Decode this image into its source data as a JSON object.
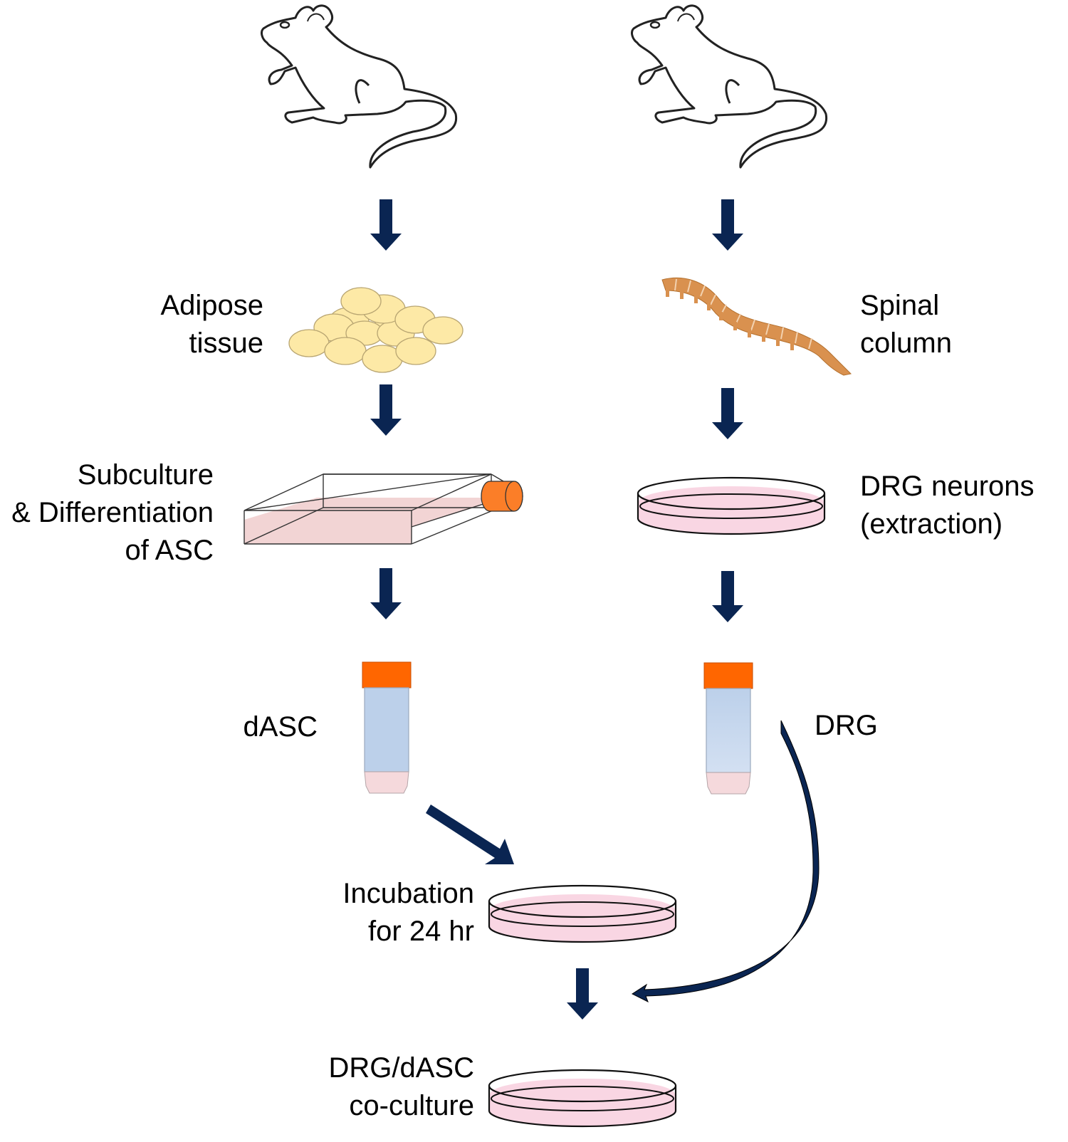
{
  "title": "Experimental workflow: DRG / dASC co-culture",
  "colors": {
    "arrow": "#0a2552",
    "fat_fill": "#fde9a6",
    "fat_stroke": "#b8a572",
    "medium_pink": "#f9d6e3",
    "flask_medium": "#f2d4d4",
    "cap_orange": "#ff6600",
    "flask_cap": "#fb7e28",
    "tube_body": "#bcd0ea",
    "tube_tip": "#f5d9dc",
    "spine": "#d9914f"
  },
  "left_column": {
    "source": "rat",
    "steps": [
      {
        "label": "Adipose\ntissue",
        "icon": "adipose-tissue-icon"
      },
      {
        "label": "Subculture\n& Differentiation\nof ASC",
        "icon": "culture-flask-icon"
      },
      {
        "label": "dASC",
        "icon": "centrifuge-tube-icon"
      }
    ]
  },
  "right_column": {
    "source": "rat",
    "steps": [
      {
        "label": "Spinal\ncolumn",
        "icon": "spinal-column-icon"
      },
      {
        "label": "DRG neurons\n(extraction)",
        "icon": "petri-dish-icon"
      },
      {
        "label": "DRG",
        "icon": "centrifuge-tube-icon"
      }
    ]
  },
  "merge_steps": [
    {
      "label": "Incubation\nfor 24 hr",
      "icon": "petri-dish-icon"
    },
    {
      "label": "DRG/dASC\nco-culture",
      "icon": "petri-dish-icon"
    }
  ]
}
